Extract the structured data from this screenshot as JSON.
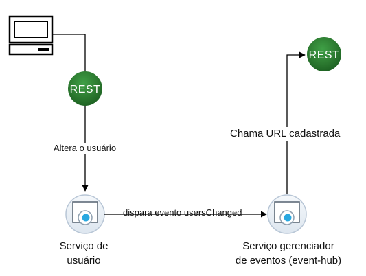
{
  "badges": {
    "top_left": "REST",
    "top_right": "REST"
  },
  "edges": {
    "client_to_user_service": "Altera o usuário",
    "user_service_to_event_hub": "dispara evento usersChanged",
    "event_hub_to_rest": "Chama URL cadastrada"
  },
  "nodes": {
    "user_service": {
      "line1": "Serviço de",
      "line2": "usuário"
    },
    "event_hub": {
      "line1": "Serviço gerenciador",
      "line2": "de eventos (event-hub)"
    }
  },
  "colors": {
    "rest_badge": "#2e7d32",
    "service_ring": "#b8c6d6",
    "service_fill": "#eef3f8",
    "service_dot": "#29a8e0",
    "connector": "#000000"
  }
}
